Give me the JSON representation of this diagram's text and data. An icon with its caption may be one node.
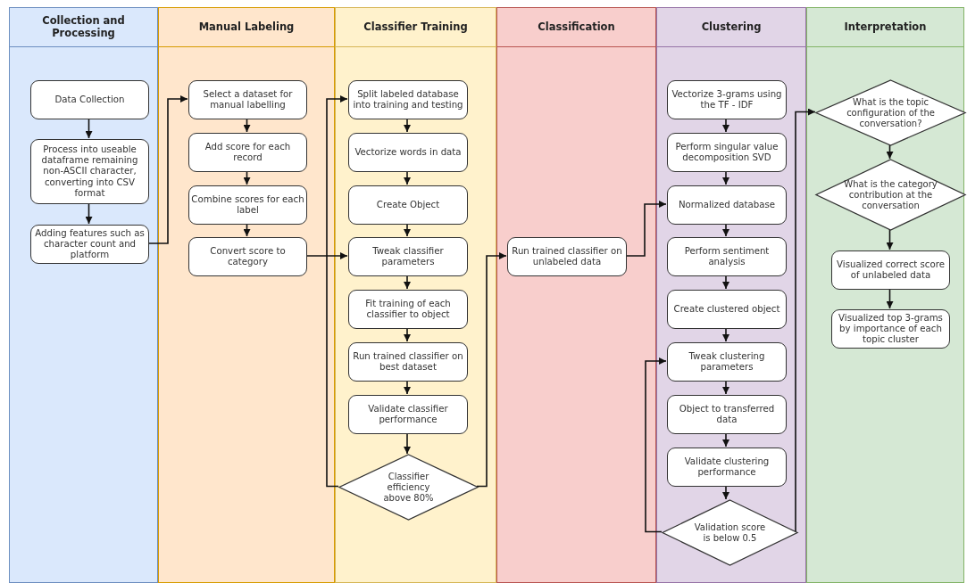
{
  "diagram": {
    "nodes": [
      {
        "text": [
          "Collection and Processing"
        ]
      },
      {
        "text": [
          "Manual Labeling"
        ]
      },
      {
        "text": [
          "Classifier Training"
        ]
      },
      {
        "text": [
          "Classification"
        ]
      },
      {
        "text": [
          "Clustering"
        ]
      },
      {
        "text": [
          "Interpretation"
        ]
      },
      {
        "text": [
          "Data Collection"
        ],
        "in": 0
      },
      {
        "text": [
          "Process into useable dataframe remaining non-ASCII character, converting into CSV format"
        ],
        "in": 0
      },
      {
        "text": [
          "Adding features such as character count and platform"
        ],
        "in": 0
      },
      {
        "text": [
          "Select a dataset for manual labelling"
        ],
        "in": 1
      },
      {
        "text": [
          "Add score for each record"
        ],
        "in": 1
      },
      {
        "text": [
          "Combine scores for each label"
        ],
        "in": 1
      },
      {
        "text": [
          "Convert score to category"
        ],
        "in": 1
      },
      {
        "text": [
          "Split labeled database into training and testing"
        ],
        "in": 2
      },
      {
        "text": [
          "Vectorize words in data"
        ],
        "in": 2
      },
      {
        "text": [
          "Create Object"
        ],
        "in": 2
      },
      {
        "text": [
          "Tweak classifier parameters"
        ],
        "in": 2
      },
      {
        "text": [
          "Fit training of each classifier to object"
        ],
        "in": 2
      },
      {
        "text": [
          "Run trained classifier  on best dataset"
        ],
        "in": 2
      },
      {
        "text": [
          "Validate classifier performance"
        ],
        "in": 2
      },
      {
        "text": [
          "Classifier efficiency above 80%"
        ],
        "in": 2
      },
      {
        "text": [
          "Run trained classifier on unlabeled data"
        ],
        "in": 3
      },
      {
        "text": [
          "Vectorize 3-grams using the TF - IDF"
        ],
        "in": 4
      },
      {
        "text": [
          "Perform singular value decomposition SVD"
        ],
        "in": 4
      },
      {
        "text": [
          "Normalized database"
        ],
        "in": 4
      },
      {
        "text": [
          "Perform sentiment analysis"
        ],
        "in": 4
      },
      {
        "text": [
          "Create clustered object"
        ],
        "in": 4
      },
      {
        "text": [
          "Tweak clustering parameters"
        ],
        "in": 4
      },
      {
        "text": [
          "Object to transferred  data"
        ],
        "in": 4
      },
      {
        "text": [
          "Validate clustering performance"
        ],
        "in": 4
      },
      {
        "text": [
          "Validation score is below 0.5"
        ],
        "in": 4
      },
      {
        "text": [
          "What is the topic configuration of the conversation?"
        ],
        "in": 5
      },
      {
        "text": [
          "What is the category contribution at the conversation"
        ],
        "in": 5
      },
      {
        "text": [
          "Visualized correct score of unlabeled data"
        ],
        "in": 5
      },
      {
        "text": [
          "Visualized top 3-grams by importance of each topic cluster"
        ],
        "in": 5
      }
    ],
    "edges": [
      {
        "from": 6,
        "to": 7,
        "arrow": "to"
      },
      {
        "from": 7,
        "to": 8,
        "arrow": "to"
      },
      {
        "from": 8,
        "to": 9,
        "arrow": "to"
      },
      {
        "from": 9,
        "to": 10,
        "arrow": "to"
      },
      {
        "from": 10,
        "to": 11,
        "arrow": "to"
      },
      {
        "from": 11,
        "to": 12,
        "arrow": "to"
      },
      {
        "from": 12,
        "to": 16,
        "arrow": "to"
      },
      {
        "from": 13,
        "to": 14,
        "arrow": "to"
      },
      {
        "from": 14,
        "to": 15,
        "arrow": "to"
      },
      {
        "from": 15,
        "to": 16,
        "arrow": "to"
      },
      {
        "from": 16,
        "to": 17,
        "arrow": "to"
      },
      {
        "from": 17,
        "to": 18,
        "arrow": "to"
      },
      {
        "from": 18,
        "to": 19,
        "arrow": "to"
      },
      {
        "from": 19,
        "to": 20,
        "arrow": "to"
      },
      {
        "from": 20,
        "to": 13,
        "arrow": "to"
      },
      {
        "from": 20,
        "to": 21,
        "arrow": "to"
      },
      {
        "from": 21,
        "to": 24,
        "arrow": "to"
      },
      {
        "from": 22,
        "to": 23,
        "arrow": "to"
      },
      {
        "from": 23,
        "to": 24,
        "arrow": "to"
      },
      {
        "from": 24,
        "to": 25,
        "arrow": "to"
      },
      {
        "from": 25,
        "to": 26,
        "arrow": "to"
      },
      {
        "from": 26,
        "to": 27,
        "arrow": "to"
      },
      {
        "from": 27,
        "to": 28,
        "arrow": "to"
      },
      {
        "from": 28,
        "to": 29,
        "arrow": "to"
      },
      {
        "from": 29,
        "to": 30,
        "arrow": "to"
      },
      {
        "from": 30,
        "to": 27,
        "arrow": "to"
      },
      {
        "from": 30,
        "to": 31,
        "arrow": "to"
      },
      {
        "from": 31,
        "to": 32,
        "arrow": "to"
      },
      {
        "from": 32,
        "to": 33,
        "arrow": "to"
      },
      {
        "from": 33,
        "to": 34,
        "arrow": "to"
      }
    ]
  }
}
